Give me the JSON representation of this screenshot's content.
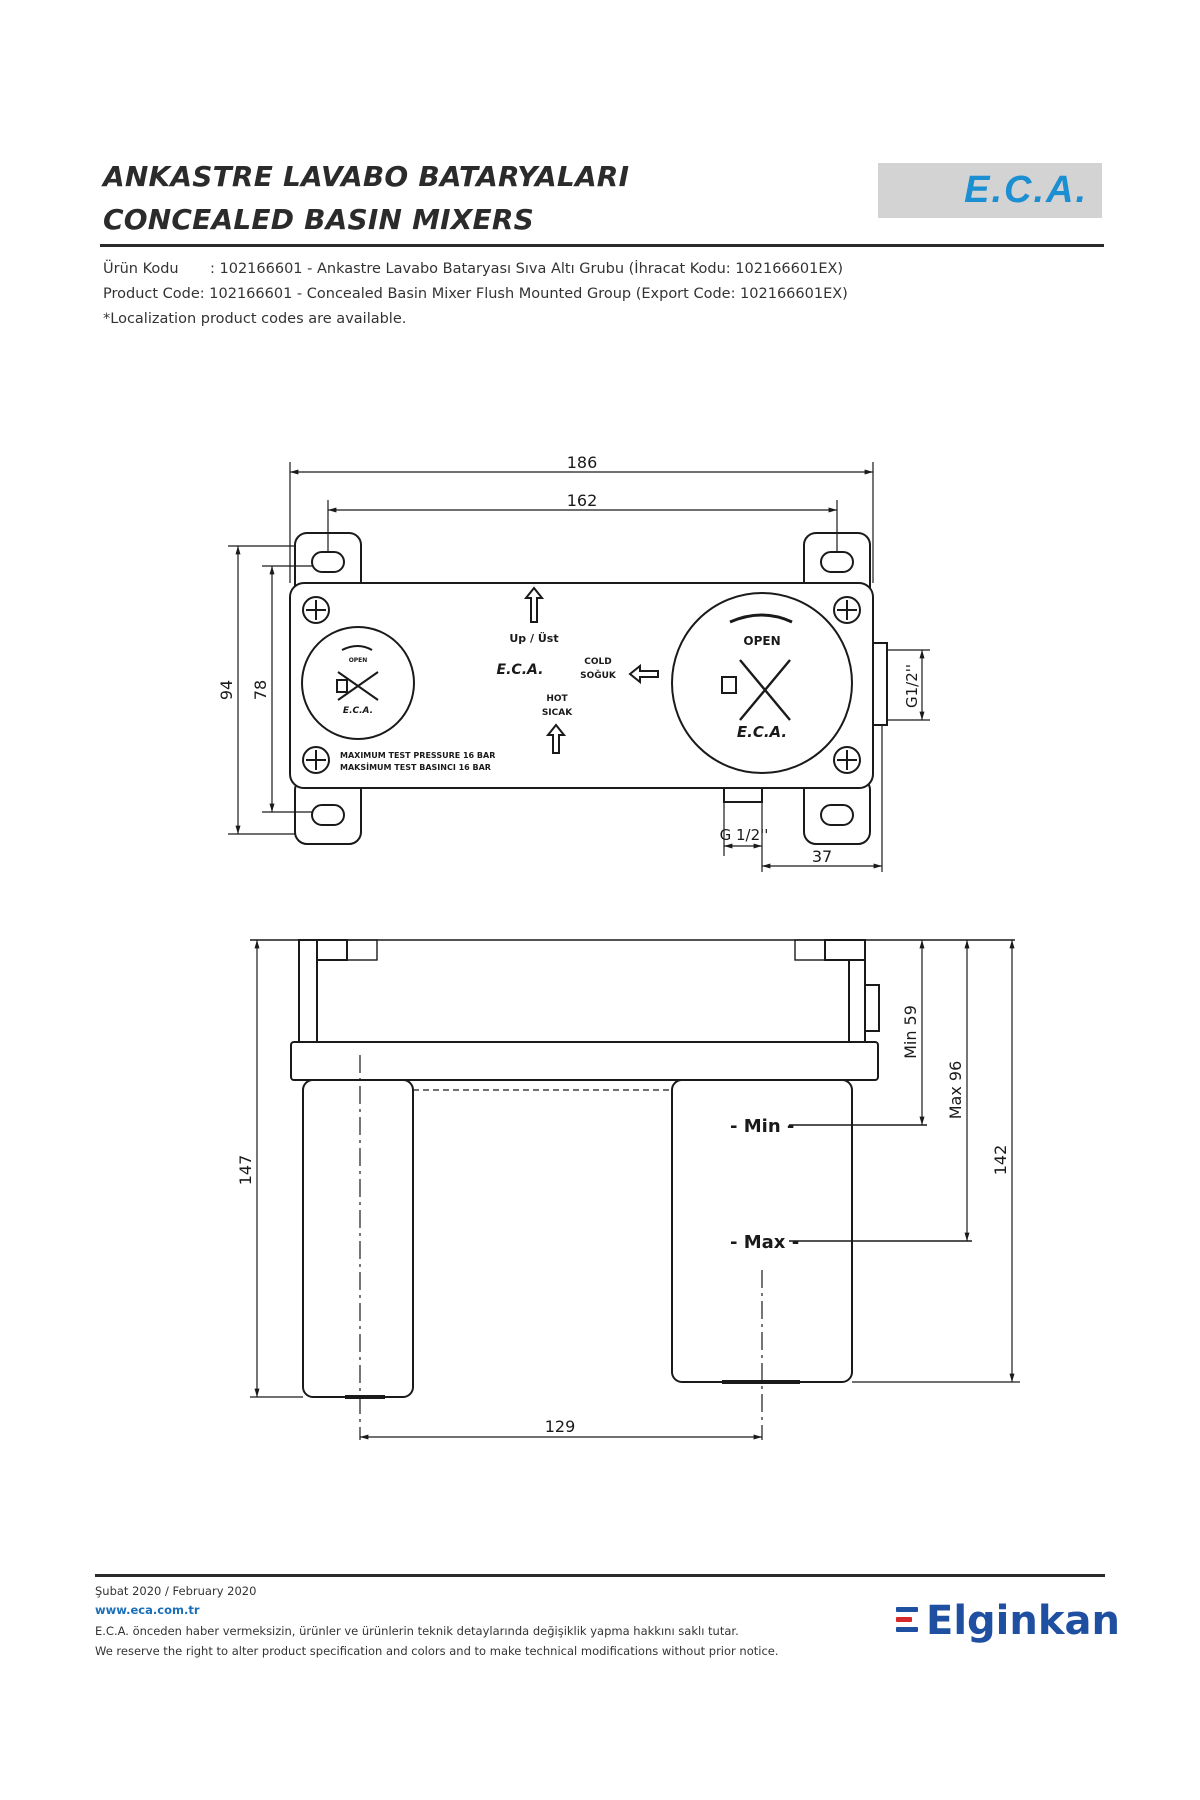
{
  "header": {
    "title_tr": "ANKASTRE LAVABO BATARYALARI",
    "title_en": "CONCEALED BASIN MIXERS",
    "brand_logo": "E.C.A."
  },
  "info": {
    "line1_label": "Ürün Kodu",
    "line1_text": ": 102166601 - Ankastre Lavabo Bataryası Sıva Altı Grubu (İhracat Kodu: 102166601EX)",
    "line2": "Product Code: 102166601 - Concealed Basin Mixer Flush Mounted Group (Export Code: 102166601EX)",
    "line3": "*Localization product codes are available."
  },
  "drawing": {
    "top_view": {
      "dim_width_outer": "186",
      "dim_width_holes": "162",
      "dim_height_outer": "94",
      "dim_height_holes": "78",
      "dim_outlet_thread": "G 1/2''",
      "dim_side_thread": "G1/2''",
      "dim_offset": "37",
      "label_up": "Up / Üst",
      "label_cold": "COLD",
      "label_cold_tr": "SOĞUK",
      "label_hot": "HOT",
      "label_hot_tr": "SICAK",
      "label_open_small": "OPEN",
      "label_open_large": "OPEN",
      "label_pressure_en": "MAXIMUM TEST PRESSURE 16 BAR",
      "label_pressure_tr": "MAKSİMUM TEST BASINCI 16 BAR",
      "logo_small": "E.C.A.",
      "logo_mid": "E.C.A.",
      "logo_large": "E.C.A."
    },
    "side_view": {
      "dim_total": "147",
      "dim_min": "Min 59",
      "dim_max": "Max 96",
      "dim_depth": "142",
      "dim_spacing": "129",
      "label_min": "Min",
      "label_max": "Max"
    }
  },
  "footer": {
    "date": "Şubat 2020 / February 2020",
    "website": "www.eca.com.tr",
    "note_tr": "E.C.A. önceden haber vermeksizin, ürünler ve ürünlerin teknik detaylarında değişiklik yapma hakkını saklı tutar.",
    "note_en": "We reserve the right to alter product specification and colors and to make technical modifications without prior notice.",
    "company": "Elginkan"
  },
  "colors": {
    "brand_blue": "#1b8fd2",
    "elginkan_blue": "#1f4fa0",
    "elginkan_red": "#d62a2a",
    "line": "#1a1a1a"
  }
}
